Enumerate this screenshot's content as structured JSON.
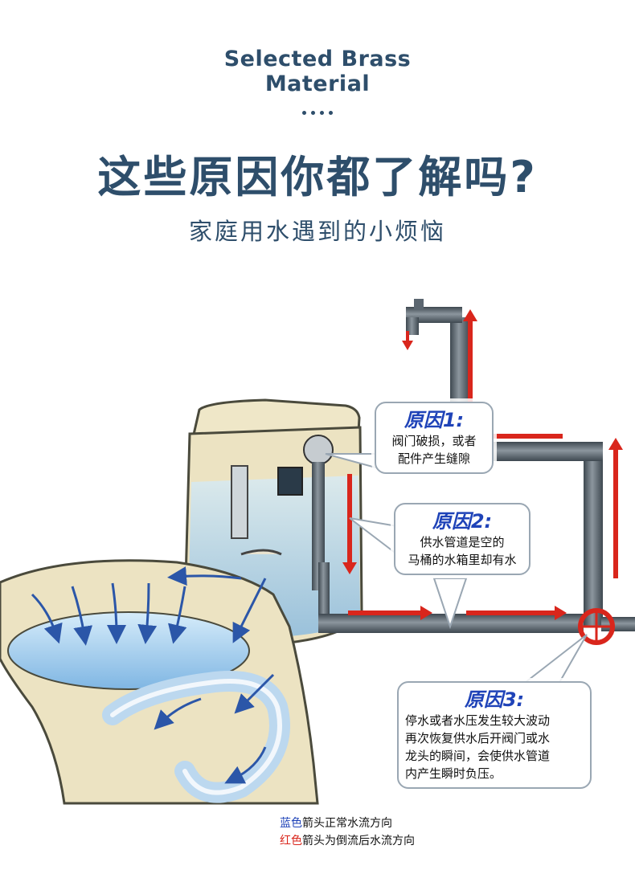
{
  "header": {
    "en_title_line1": "Selected Brass",
    "en_title_line2": "Material",
    "cn_title": "这些原因你都了解吗?",
    "cn_subtitle": "家庭用水遇到的小烦恼"
  },
  "callouts": [
    {
      "title": "原因1:",
      "lines": [
        "阀门破损，或者",
        "配件产生缝隙"
      ]
    },
    {
      "title": "原因2:",
      "lines": [
        "供水管道是空的",
        "马桶的水箱里却有水"
      ]
    },
    {
      "title": "原因3:",
      "lines": [
        "停水或者水压发生较大波动",
        "再次恢复供水后开阀门或水",
        "龙头的瞬间，会使供水管道",
        "内产生瞬时负压。"
      ]
    }
  ],
  "legend": {
    "blue_word": "蓝色",
    "blue_text": "箭头正常水流方向",
    "red_word": "红色",
    "red_text": "箭头为倒流后水流方向"
  },
  "colors": {
    "heading": "#2e4e6b",
    "callout_title": "#1f43b8",
    "backflow_arrow": "#d9261c",
    "normal_flow_arrow": "#1f43b8",
    "pipe": "#5b6670",
    "toilet_body": "#ece3c2",
    "water": "#9cc8ea"
  }
}
